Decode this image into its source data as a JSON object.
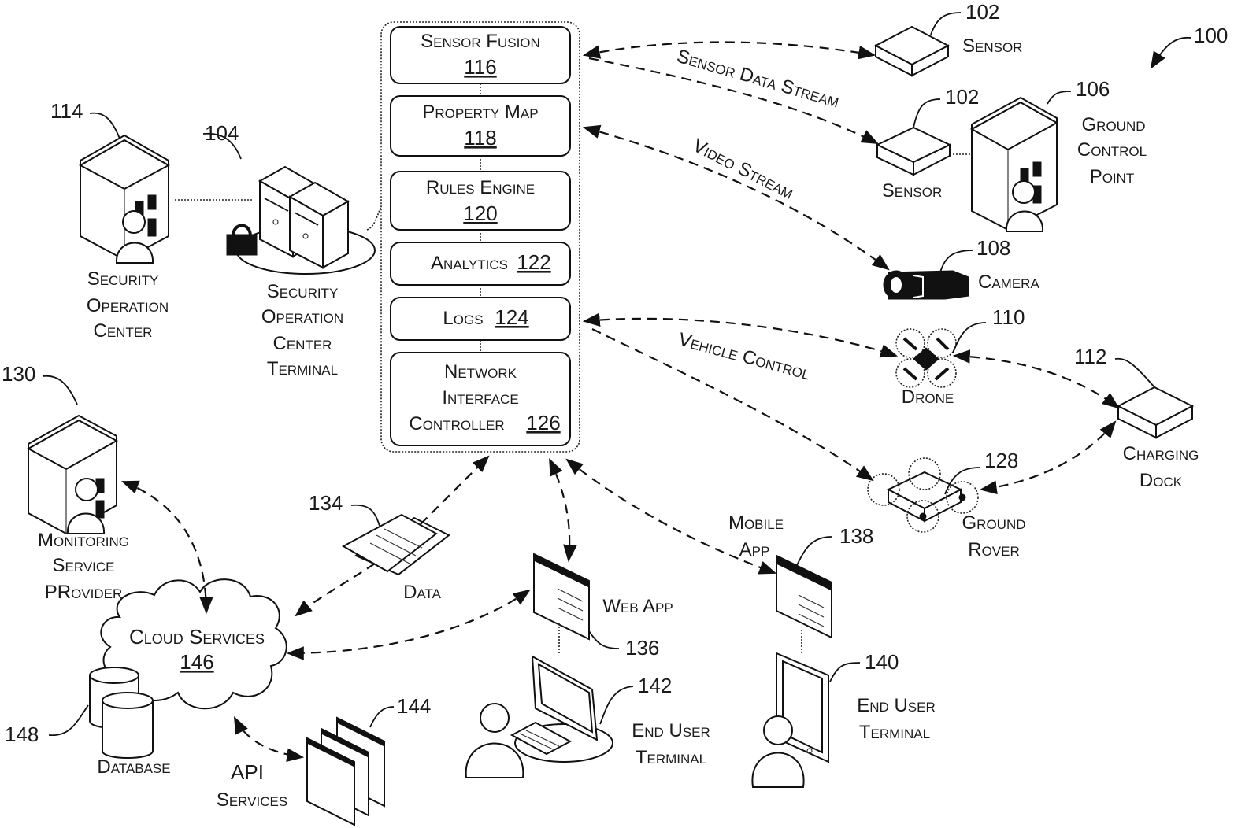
{
  "figure_ref": "100",
  "system_modules": [
    {
      "name": "Sensor Fusion",
      "ref": "116"
    },
    {
      "name": "Property Map",
      "ref": "118"
    },
    {
      "name": "Rules Engine",
      "ref": "120"
    },
    {
      "name": "Analytics",
      "ref": "122"
    },
    {
      "name": "Logs",
      "ref": "124"
    },
    {
      "name_lines": [
        "Network",
        "Interface",
        "Controller"
      ],
      "ref": "126"
    }
  ],
  "nodes": {
    "sensor_top": {
      "label": "Sensor",
      "ref": "102"
    },
    "sensor_mid": {
      "label": "Sensor",
      "ref": "102"
    },
    "ground_control_point": {
      "label_lines": [
        "Ground",
        "Control",
        "Point"
      ],
      "ref": "106"
    },
    "camera": {
      "label": "Camera",
      "ref": "108"
    },
    "drone": {
      "label": "Drone",
      "ref": "110"
    },
    "charging_dock": {
      "label_lines": [
        "Charging",
        "Dock"
      ],
      "ref": "112"
    },
    "ground_rover": {
      "label_lines": [
        "Ground",
        "Rover"
      ],
      "ref": "128"
    },
    "security_operation_center": {
      "label_lines": [
        "Security",
        "Operation",
        "Center"
      ],
      "ref": "114"
    },
    "soc_terminal": {
      "label_lines": [
        "Security",
        "Operation",
        "Center",
        "Terminal"
      ],
      "ref": "104"
    },
    "monitoring_service_provider": {
      "label_lines": [
        "Monitoring",
        "Service",
        "PRovider"
      ],
      "ref": "130"
    },
    "data": {
      "label": "Data",
      "ref": "134"
    },
    "web_app": {
      "label": "Web App",
      "ref": "136"
    },
    "mobile_app": {
      "label_lines": [
        "Mobile",
        "App"
      ],
      "ref": "138"
    },
    "end_user_terminal_mobile": {
      "label_lines": [
        "End User",
        "Terminal"
      ],
      "ref": "140"
    },
    "end_user_terminal_desktop": {
      "label_lines": [
        "End User",
        "Terminal"
      ],
      "ref": "142"
    },
    "api_services": {
      "label_lines": [
        "API",
        "Services"
      ],
      "ref": "144"
    },
    "cloud_services": {
      "label": "Cloud Services",
      "ref": "146"
    },
    "database": {
      "label": "Database",
      "ref": "148"
    }
  },
  "connections": {
    "sensor_data_stream": "Sensor Data Stream",
    "video_stream": "Video  Stream",
    "vehicle_control": "Vehicle Control"
  }
}
